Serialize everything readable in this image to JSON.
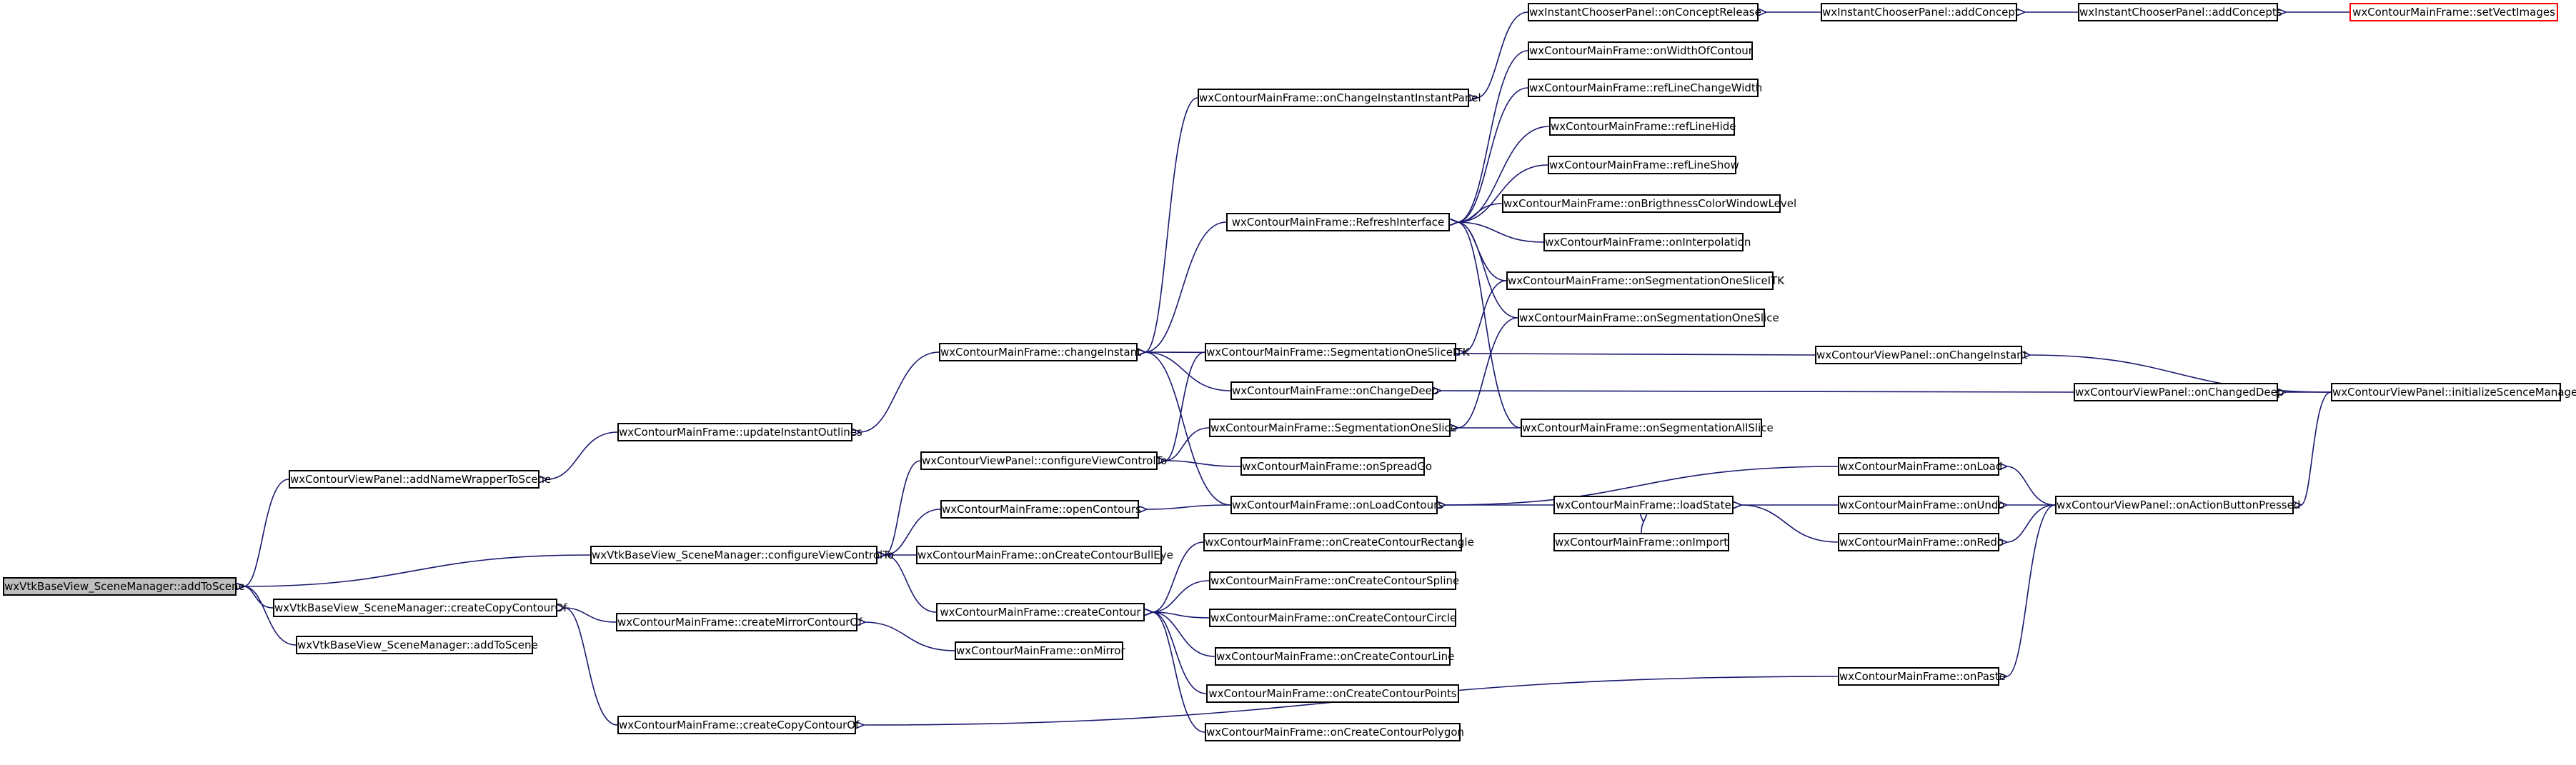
{
  "colors": {
    "edge": "#191970",
    "node_border": "#000000",
    "root_fill": "#bfbfbf",
    "highlight_border": "#ff0000"
  },
  "nodes": [
    {
      "id": "n0",
      "label": "wxVtkBaseView_SceneManager::addToScene"
    },
    {
      "id": "n1",
      "label": "wxContourViewPanel::addNameWrapperToScene"
    },
    {
      "id": "n2",
      "label": "wxContourMainFrame::updateInstantOutlines"
    },
    {
      "id": "n3",
      "label": "wxContourMainFrame::changeInstant"
    },
    {
      "id": "n4",
      "label": "wxContourMainFrame::onChangeInstantInstantPanel"
    },
    {
      "id": "n5",
      "label": "wxInstantChooserPanel::onConceptRelease"
    },
    {
      "id": "n6",
      "label": "wxInstantChooserPanel::addConcept"
    },
    {
      "id": "n7",
      "label": "wxInstantChooserPanel::addConcepts"
    },
    {
      "id": "n8",
      "label": "wxContourMainFrame::setVectImages"
    },
    {
      "id": "n9",
      "label": "wxContourMainFrame::RefreshInterface"
    },
    {
      "id": "n10",
      "label": "wxContourMainFrame::onWidthOfContour"
    },
    {
      "id": "n11",
      "label": "wxContourMainFrame::refLineChangeWidth"
    },
    {
      "id": "n12",
      "label": "wxContourMainFrame::refLineHide"
    },
    {
      "id": "n13",
      "label": "wxContourMainFrame::refLineShow"
    },
    {
      "id": "n14",
      "label": "wxContourMainFrame::onBrigthnessColorWindowLevel"
    },
    {
      "id": "n15",
      "label": "wxContourMainFrame::onInterpolation"
    },
    {
      "id": "n16",
      "label": "wxContourMainFrame::onSegmentationOneSliceITK"
    },
    {
      "id": "n17",
      "label": "wxContourMainFrame::onSegmentationOneSlice"
    },
    {
      "id": "n18",
      "label": "wxContourMainFrame::SegmentationOneSliceITK"
    },
    {
      "id": "n19",
      "label": "wxContourViewPanel::onChangeInstant"
    },
    {
      "id": "n20",
      "label": "wxContourMainFrame::onChangeDeep"
    },
    {
      "id": "n21",
      "label": "wxContourViewPanel::onChangedDeep"
    },
    {
      "id": "n22",
      "label": "wxContourViewPanel::initializeScenceManager"
    },
    {
      "id": "n23",
      "label": "wxContourMainFrame::SegmentationOneSlice"
    },
    {
      "id": "n24",
      "label": "wxContourMainFrame::onSegmentationAllSlice"
    },
    {
      "id": "n25",
      "label": "wxContourViewPanel::configureViewControlTo"
    },
    {
      "id": "n26",
      "label": "wxContourMainFrame::onSpreadGo"
    },
    {
      "id": "n27",
      "label": "wxContourMainFrame::onLoadContours"
    },
    {
      "id": "n28",
      "label": "wxContourMainFrame::loadState"
    },
    {
      "id": "n29",
      "label": "wxContourMainFrame::onLoad"
    },
    {
      "id": "n30",
      "label": "wxContourViewPanel::onActionButtonPressed"
    },
    {
      "id": "n31",
      "label": "wxContourMainFrame::onUndo"
    },
    {
      "id": "n32",
      "label": "wxContourMainFrame::onRedo"
    },
    {
      "id": "n33",
      "label": "wxContourMainFrame::onImport"
    },
    {
      "id": "n34",
      "label": "wxContourMainFrame::openContours"
    },
    {
      "id": "n35",
      "label": "wxVtkBaseView_SceneManager::configureViewControlTo"
    },
    {
      "id": "n36",
      "label": "wxContourMainFrame::onCreateContourBullEye"
    },
    {
      "id": "n37",
      "label": "wxContourMainFrame::onCreateContourRectangle"
    },
    {
      "id": "n38",
      "label": "wxContourMainFrame::createContour"
    },
    {
      "id": "n39",
      "label": "wxContourMainFrame::onCreateContourSpline"
    },
    {
      "id": "n40",
      "label": "wxContourMainFrame::onCreateContourCircle"
    },
    {
      "id": "n41",
      "label": "wxContourMainFrame::onCreateContourLine"
    },
    {
      "id": "n42",
      "label": "wxContourMainFrame::onCreateContourPoints"
    },
    {
      "id": "n43",
      "label": "wxContourMainFrame::onCreateContourPolygon"
    },
    {
      "id": "n44",
      "label": "wxVtkBaseView_SceneManager::createCopyContourOf"
    },
    {
      "id": "n45",
      "label": "wxContourMainFrame::createMirrorContourOf"
    },
    {
      "id": "n46",
      "label": "wxContourMainFrame::onMirror"
    },
    {
      "id": "n47",
      "label": "wxVtkBaseView_SceneManager::addToScene"
    },
    {
      "id": "n48",
      "label": "wxContourMainFrame::createCopyContourOf"
    },
    {
      "id": "n49",
      "label": "wxContourMainFrame::onPaste"
    }
  ],
  "edges": [
    [
      "n0",
      "n1"
    ],
    [
      "n0",
      "n35"
    ],
    [
      "n0",
      "n44"
    ],
    [
      "n0",
      "n47"
    ],
    [
      "n1",
      "n2"
    ],
    [
      "n2",
      "n3"
    ],
    [
      "n3",
      "n4"
    ],
    [
      "n3",
      "n9"
    ],
    [
      "n3",
      "n19"
    ],
    [
      "n3",
      "n20"
    ],
    [
      "n3",
      "n27"
    ],
    [
      "n4",
      "n5"
    ],
    [
      "n5",
      "n6"
    ],
    [
      "n6",
      "n7"
    ],
    [
      "n7",
      "n8"
    ],
    [
      "n9",
      "n10"
    ],
    [
      "n9",
      "n11"
    ],
    [
      "n9",
      "n12"
    ],
    [
      "n9",
      "n13"
    ],
    [
      "n9",
      "n14"
    ],
    [
      "n9",
      "n15"
    ],
    [
      "n9",
      "n16"
    ],
    [
      "n9",
      "n17"
    ],
    [
      "n9",
      "n24"
    ],
    [
      "n18",
      "n16"
    ],
    [
      "n23",
      "n17"
    ],
    [
      "n23",
      "n24"
    ],
    [
      "n19",
      "n22"
    ],
    [
      "n20",
      "n21"
    ],
    [
      "n21",
      "n22"
    ],
    [
      "n25",
      "n18"
    ],
    [
      "n25",
      "n23"
    ],
    [
      "n25",
      "n26"
    ],
    [
      "n27",
      "n28"
    ],
    [
      "n27",
      "n29"
    ],
    [
      "n28",
      "n31"
    ],
    [
      "n28",
      "n32"
    ],
    [
      "n28",
      "n33"
    ],
    [
      "n29",
      "n30"
    ],
    [
      "n31",
      "n30"
    ],
    [
      "n32",
      "n30"
    ],
    [
      "n30",
      "n22"
    ],
    [
      "n34",
      "n27"
    ],
    [
      "n35",
      "n25"
    ],
    [
      "n35",
      "n34"
    ],
    [
      "n35",
      "n36"
    ],
    [
      "n35",
      "n38"
    ],
    [
      "n38",
      "n37"
    ],
    [
      "n38",
      "n39"
    ],
    [
      "n38",
      "n40"
    ],
    [
      "n38",
      "n41"
    ],
    [
      "n38",
      "n42"
    ],
    [
      "n38",
      "n43"
    ],
    [
      "n44",
      "n45"
    ],
    [
      "n44",
      "n48"
    ],
    [
      "n45",
      "n46"
    ],
    [
      "n48",
      "n49"
    ],
    [
      "n49",
      "n30"
    ]
  ]
}
